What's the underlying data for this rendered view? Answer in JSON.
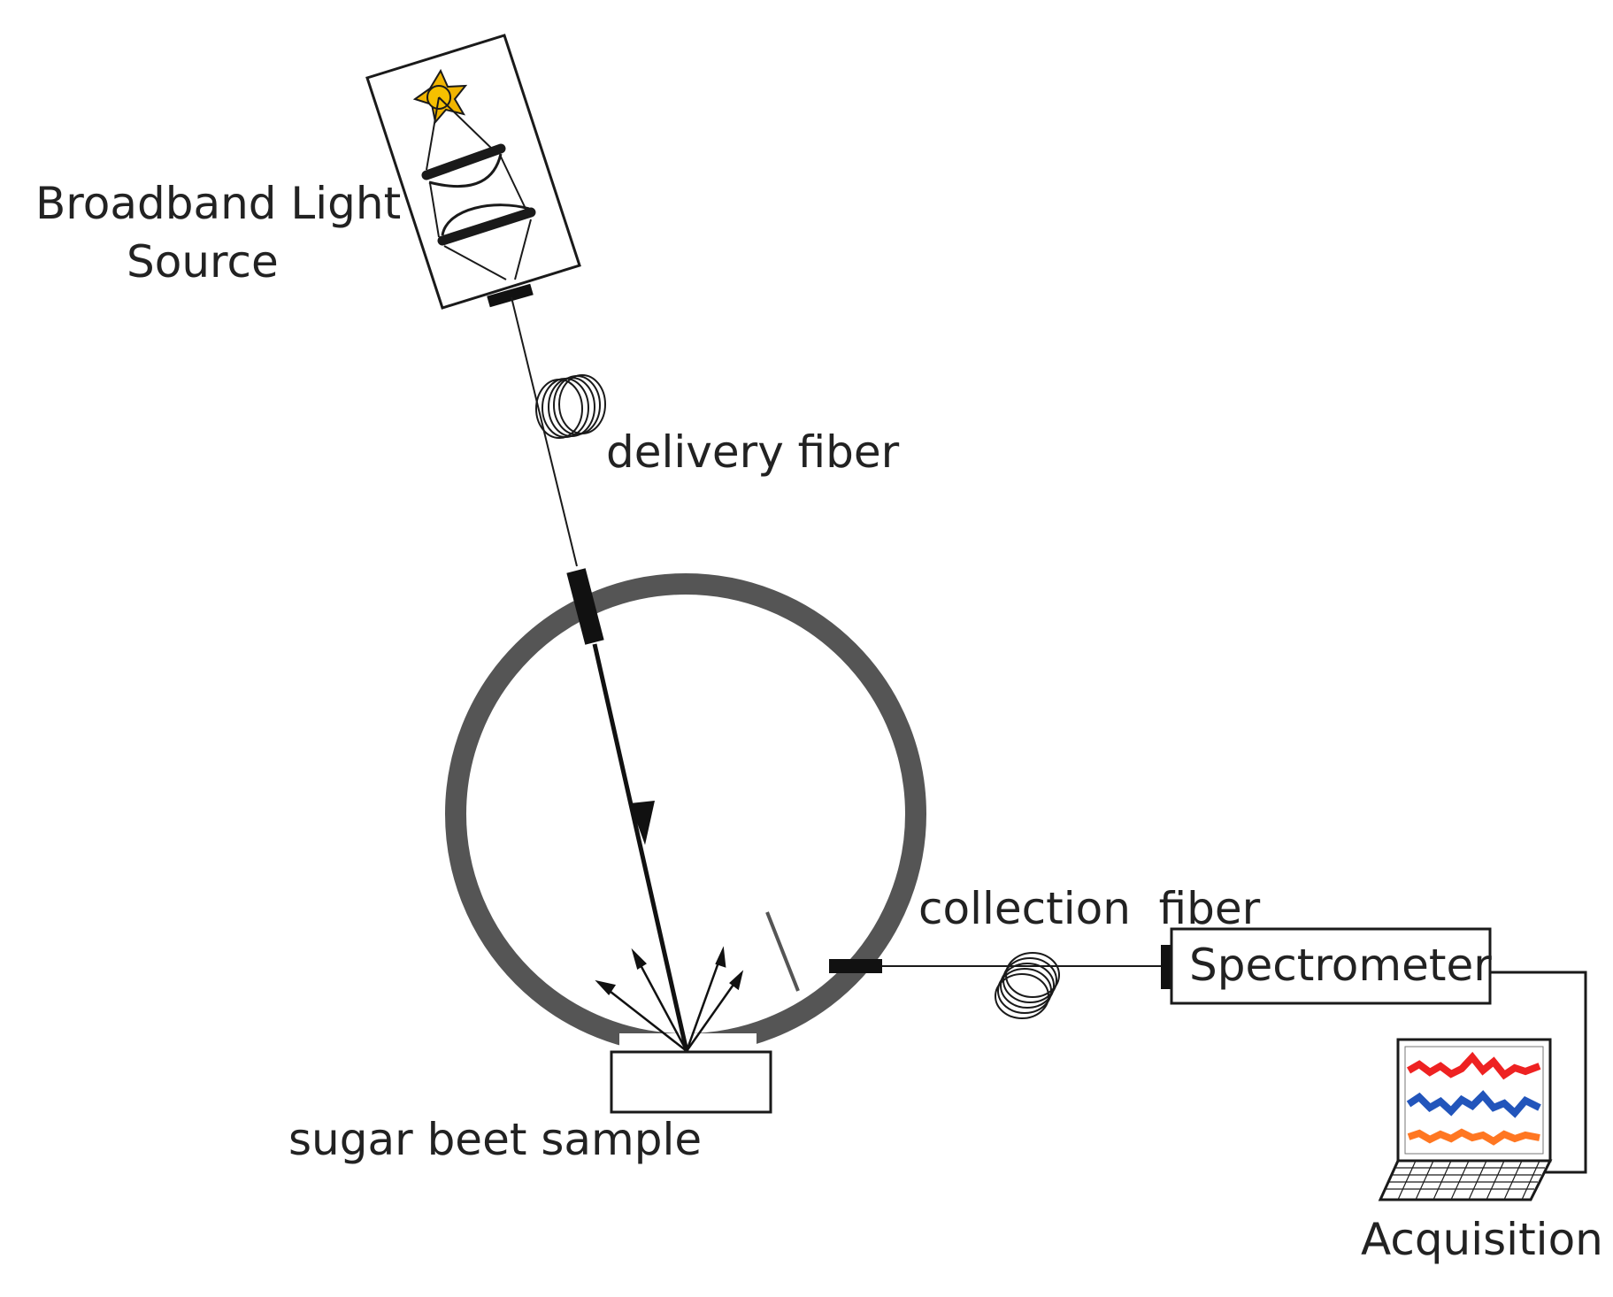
{
  "labels": {
    "light_source_line1": "Broadband Light",
    "light_source_line2": "Source",
    "delivery_fiber": "delivery fiber",
    "collection_fiber": "collection  fiber",
    "spectrometer": "Spectrometer",
    "sample": "sugar beet sample",
    "acquisition": "Acquisition"
  },
  "colors": {
    "line": "#1a1a1a",
    "sphere": "#555555",
    "star": "#f0b400",
    "trace_red": "#ee2222",
    "trace_blue": "#2255bb",
    "trace_orange": "#ff7722"
  },
  "icons": [
    "lamp-star-icon",
    "lens-icon",
    "fiber-coil-icon",
    "laptop-icon"
  ]
}
